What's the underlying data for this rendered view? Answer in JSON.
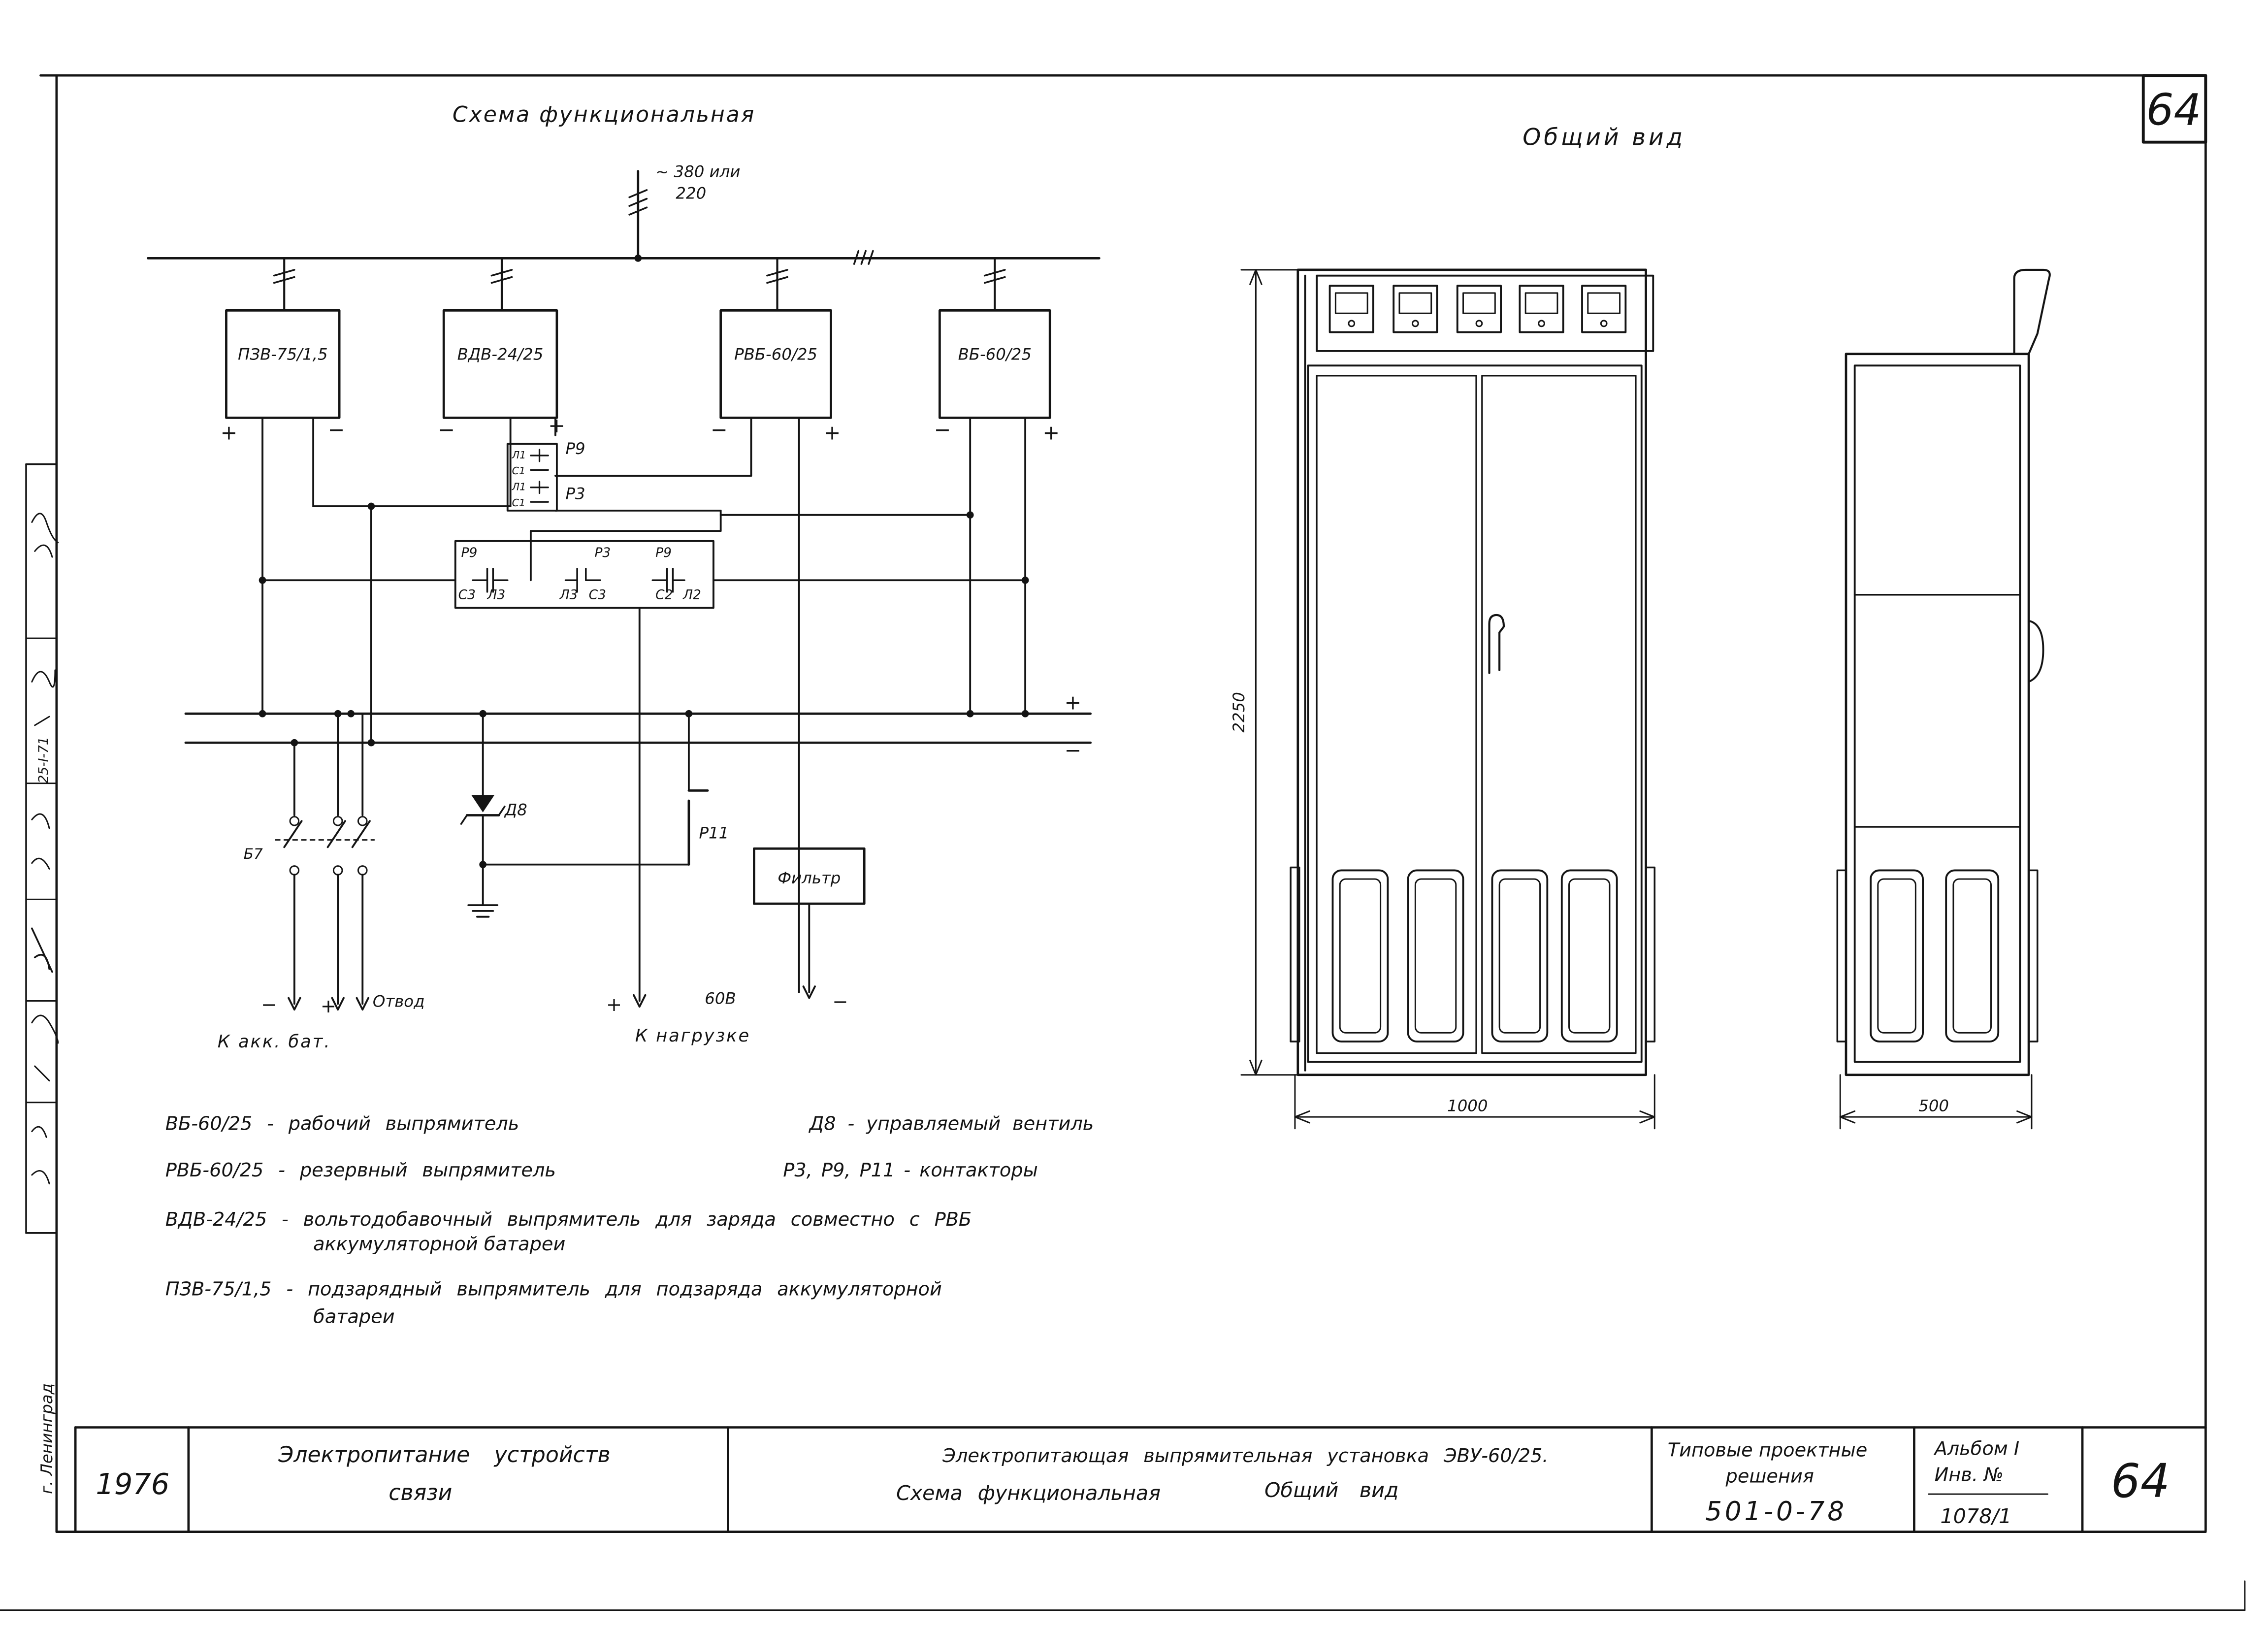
{
  "sheet": {
    "number": "64",
    "side_stamp": {
      "city": "г. Ленинград",
      "date": "25-I-71"
    }
  },
  "schematic": {
    "title": "Схема функциональная",
    "supply": {
      "line1": "~ 380 или",
      "line2": "220"
    },
    "blocks": {
      "pzv": "ПЗВ-75/1,5",
      "vdv": "ВДВ-24/25",
      "rvb": "РВБ-60/25",
      "vb": "ВБ-60/25"
    },
    "contactors": {
      "p9": "Р9",
      "p3": "Р3",
      "p11": "Р11",
      "pin_l1": "Л1",
      "pin_s1": "С1",
      "pin_l1b": "Л1",
      "pin_s1b": "С1",
      "box_p9": "Р9",
      "box_p3": "Р3",
      "box_p9b": "Р9",
      "c3": "С3",
      "l3": "Л3",
      "l3b": "Л3",
      "c3b": "С3",
      "c2": "С2",
      "l2": "Л2"
    },
    "diode": "Д8",
    "filter": "Фильтр",
    "voltage": "60В",
    "outputs": {
      "battery": "К акк. бат.",
      "tap": "Отвод",
      "load": "К нагрузке"
    }
  },
  "general_view": {
    "title": "Общий вид",
    "height_dim": "2250",
    "width_dim": "1000",
    "depth_dim": "500"
  },
  "legend": [
    {
      "left": "ВБ-60/25 - рабочий выпрямитель"
    },
    {
      "left": "РВБ-60/25 - резервный выпрямитель"
    },
    {
      "left": "ВДВ-24/25 - вольтодобавочный выпрямитель для заряда совместно с РВБ",
      "cont": "аккумуляторной батареи"
    },
    {
      "left": "ПЗВ-75/1,5 - подзарядный выпрямитель для подзаряда аккумуляторной",
      "cont": "батареи"
    }
  ],
  "legend_right": [
    "Д8 - управляемый вентиль",
    "Р3, Р9, Р11 - контакторы"
  ],
  "title_block": {
    "year": "1976",
    "section_line1": "Электропитание устройств",
    "section_line2": "связи",
    "name_line1": "Электропитающая выпрямительная установка ЭВУ-60/25.",
    "name_line2a": "Схема функциональная",
    "name_line2b": "Общий вид",
    "typical_line1": "Типовые проектные",
    "typical_line2": "решения",
    "typical_code": "501-0-78",
    "album_line1": "Альбом I",
    "album_line2": "Инв. №",
    "album_inv": "1078/1",
    "sheet": "64"
  }
}
